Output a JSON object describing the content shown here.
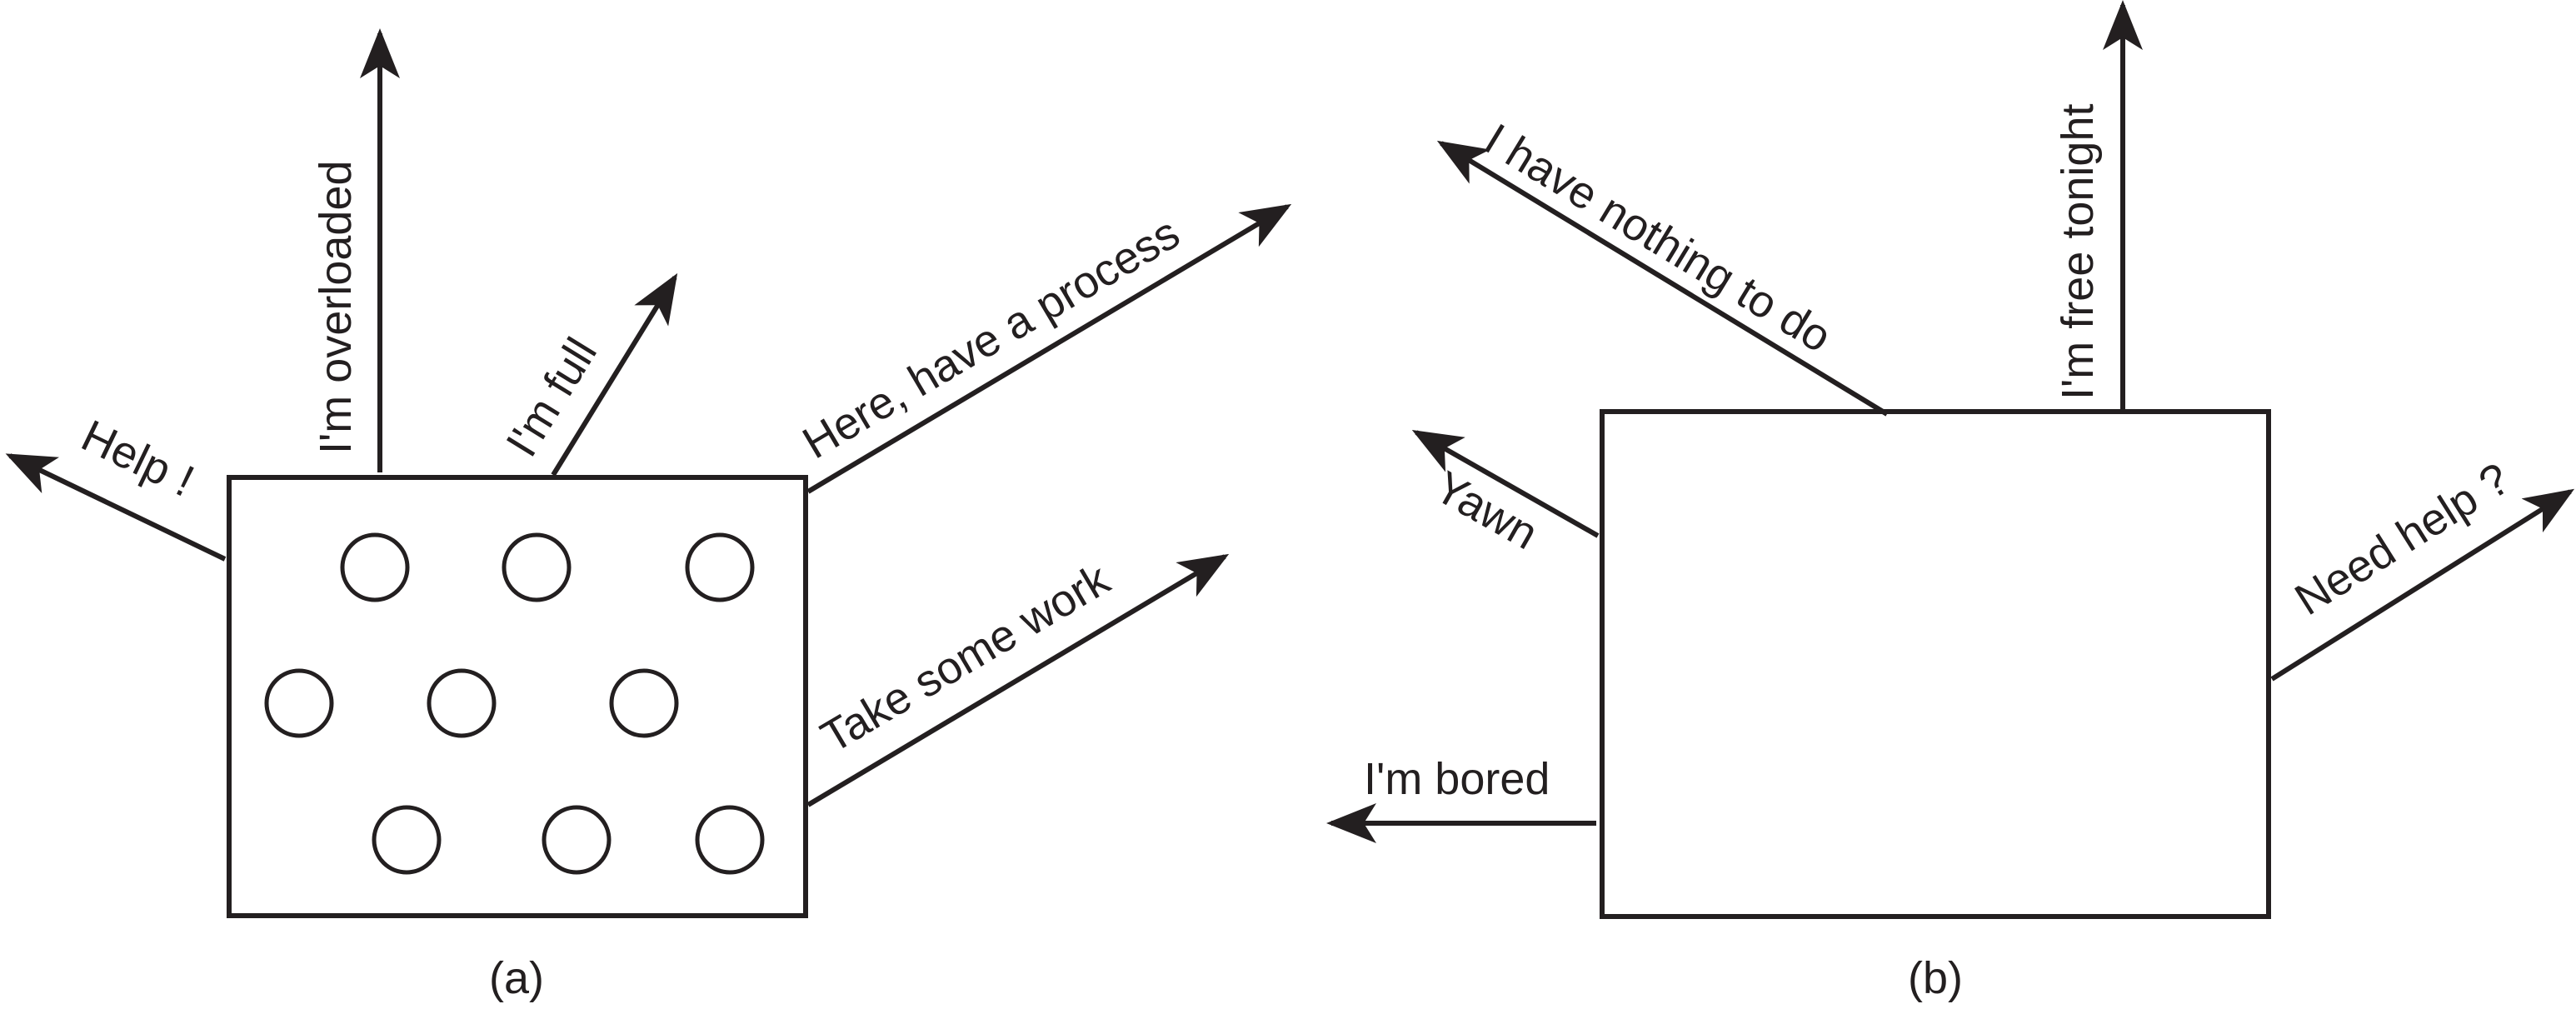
{
  "panel_a": {
    "caption": "(a)",
    "labels": {
      "help": "Help !",
      "overloaded": "I'm overloaded",
      "full": "I'm full",
      "have_process": "Here, have a process",
      "take_work": "Take some work"
    }
  },
  "panel_b": {
    "caption": "(b)",
    "labels": {
      "nothing": "I have nothing to do",
      "free": "I'm free tonight",
      "yawn": "Yawn",
      "need_help": "Need help ?",
      "bored": "I'm bored"
    }
  },
  "colors": {
    "ink": "#231f20",
    "background": "#ffffff"
  }
}
